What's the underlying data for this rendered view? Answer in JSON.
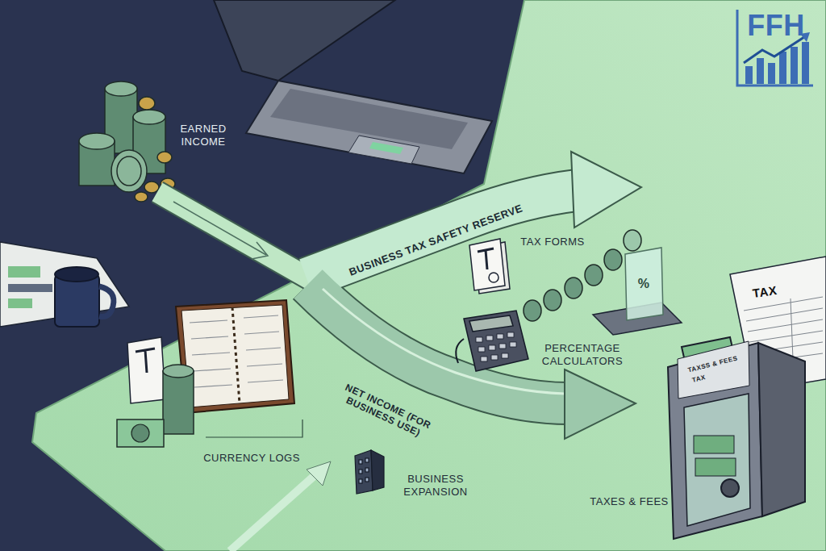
{
  "diagram": {
    "labels": [
      "EARNED INCOME",
      "BUSINESS TAX SAFETY RESERVE",
      "TAX FORMS",
      "PERCENTAGE CALCULATORS",
      "NET INCOME (FOR BUSINESS USE)",
      "CURRENCY LOGS",
      "BUSINESS EXPANSION",
      "TAXES & FEES",
      "TAX",
      "TAXSS & FEES",
      "TAX",
      "%",
      "FFH"
    ]
  }
}
